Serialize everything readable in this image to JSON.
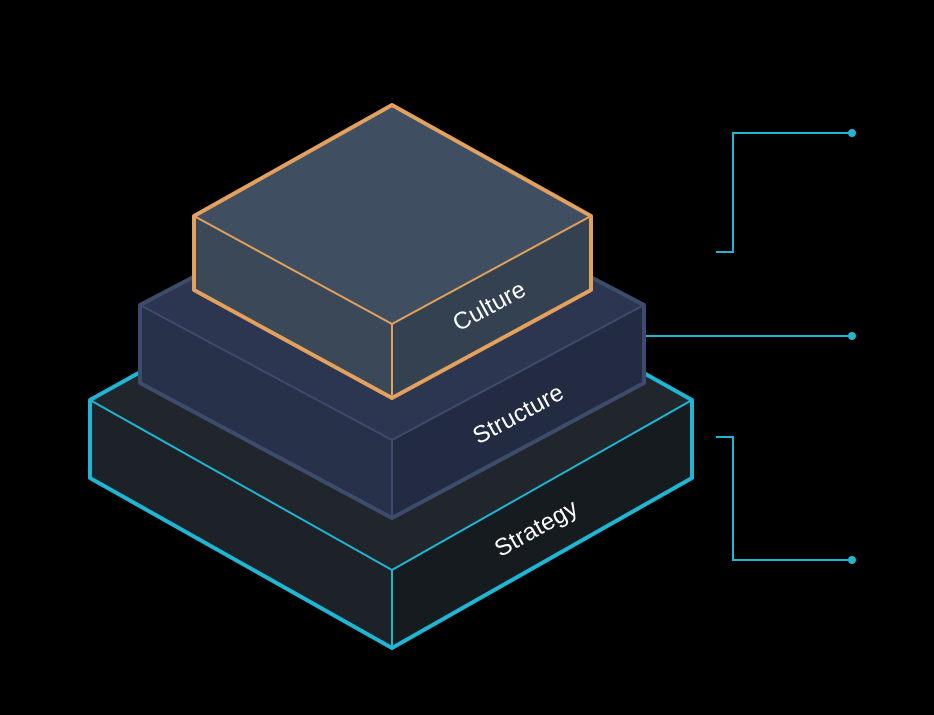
{
  "layers": [
    {
      "key": "strategy",
      "label": "Strategy",
      "outline_color": "#1fb6d4",
      "top_color": "#20262b",
      "side_color": "#1c2227",
      "front_color": "#161b20"
    },
    {
      "key": "structure",
      "label": "Structure",
      "outline_color": "#3d4c6c",
      "top_color": "#2c3650",
      "side_color": "#27314a",
      "front_color": "#222b42"
    },
    {
      "key": "culture",
      "label": "Culture",
      "outline_color": "#e3a15d",
      "top_color": "#3f4e60",
      "side_color": "#3a4858",
      "front_color": "#334151"
    }
  ],
  "connector_color": "#1fb6d4",
  "label_color": "#ffffff",
  "background_color": "#000000"
}
